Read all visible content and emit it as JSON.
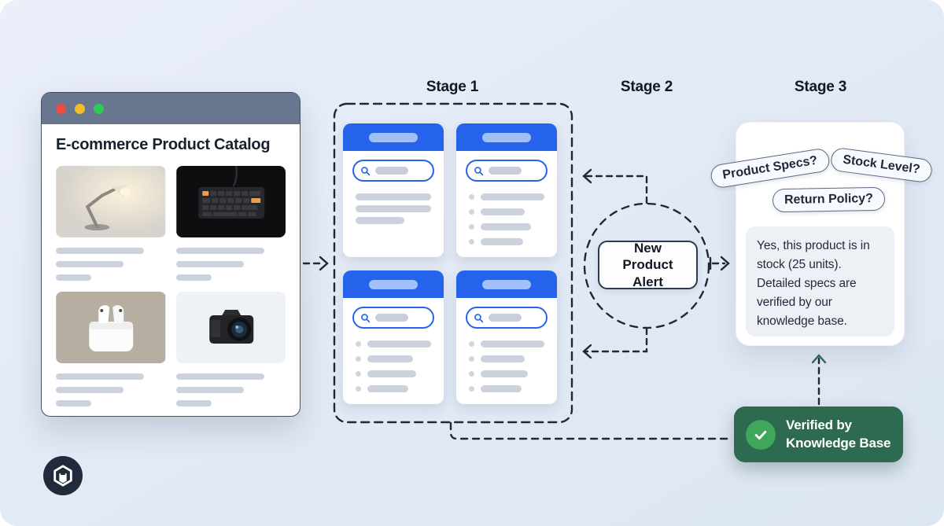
{
  "header": {
    "stage1": "Stage 1",
    "stage2": "Stage 2",
    "stage3": "Stage 3"
  },
  "browser_window": {
    "title": "E-commerce Product Catalog",
    "products": [
      "desk-lamp",
      "mechanical-keyboard",
      "wireless-earbuds",
      "dslr-camera"
    ]
  },
  "stage2": {
    "alert_label": "New Product Alert"
  },
  "stage3": {
    "pills": [
      "Product Specs?",
      "Stock Level?",
      "Return Policy?"
    ],
    "answer": "Yes, this product is in stock (25 units). Detailed specs are verified by our knowledge base."
  },
  "verified_badge": {
    "line1": "Verified by",
    "line2": "Knowledge Base"
  },
  "colors": {
    "accent_blue": "#2563eb",
    "badge_green": "#2d6a4f",
    "check_green": "#3fa75c",
    "titlebar_slate": "#68778f",
    "dash_dark": "#1e2836"
  }
}
